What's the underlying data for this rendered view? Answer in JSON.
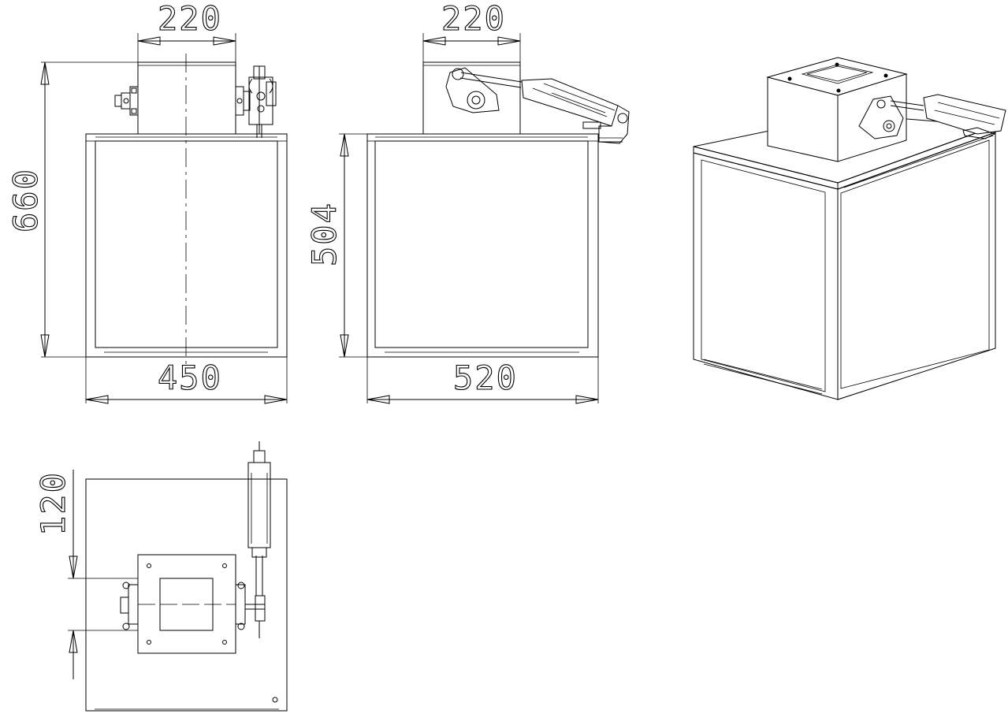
{
  "dimensions": {
    "front_top_width": "220",
    "front_height": "660",
    "front_width": "450",
    "side_top_width": "220",
    "side_body_height": "504",
    "side_width": "520",
    "plan_offset": "120"
  },
  "colors": {
    "line": "#000000",
    "background": "#ffffff"
  }
}
